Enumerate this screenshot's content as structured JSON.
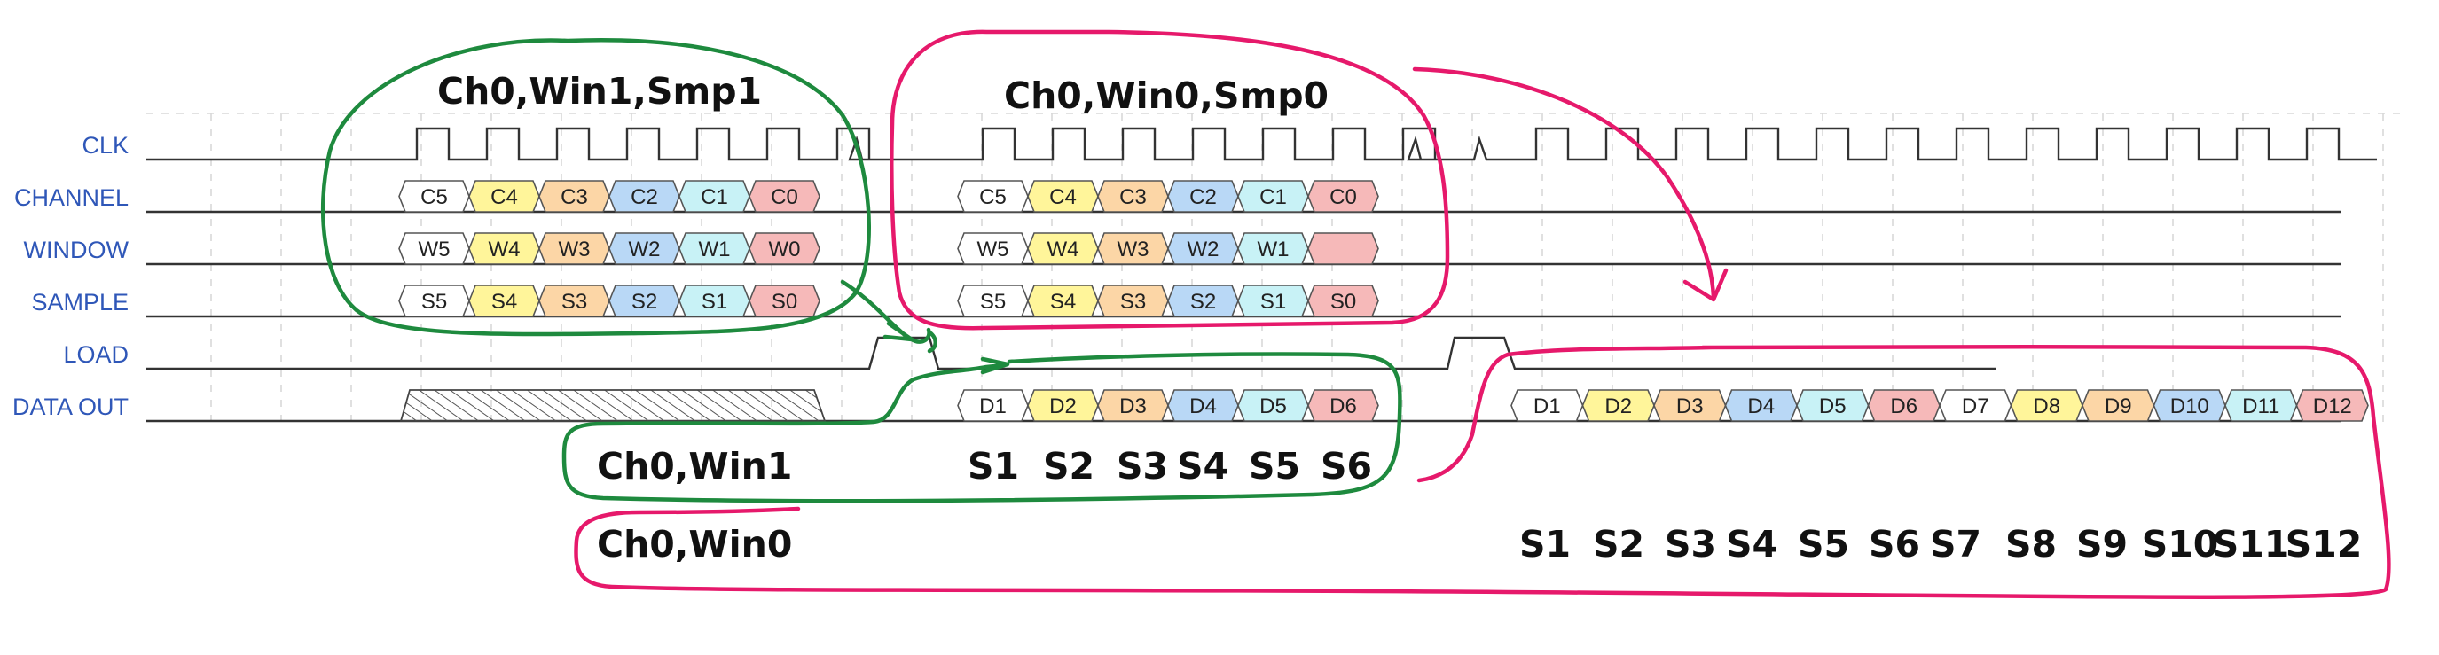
{
  "signals": [
    "CLK",
    "CHANNEL",
    "WINDOW",
    "SAMPLE",
    "LOAD",
    "DATA OUT"
  ],
  "groups": {
    "channel_a": [
      "C5",
      "C4",
      "C3",
      "C2",
      "C1",
      "C0"
    ],
    "window_a": [
      "W5",
      "W4",
      "W3",
      "W2",
      "W1",
      "W0"
    ],
    "sample_a": [
      "S5",
      "S4",
      "S3",
      "S2",
      "S1",
      "S0"
    ],
    "channel_b": [
      "C5",
      "C4",
      "C3",
      "C2",
      "C1",
      "C0"
    ],
    "window_b": [
      "W5",
      "W4",
      "W3",
      "W2",
      "W1",
      ""
    ],
    "sample_b": [
      "S5",
      "S4",
      "S3",
      "S2",
      "S1",
      "S0"
    ],
    "data_b": [
      "D1",
      "D2",
      "D3",
      "D4",
      "D5",
      "D6"
    ],
    "data_c": [
      "D1",
      "D2",
      "D3",
      "D4",
      "D5",
      "D6",
      "D7",
      "D8",
      "D9",
      "D10",
      "D11",
      "D12"
    ]
  },
  "box_colors": [
    "#ffffff",
    "#fff59a",
    "#fcd6a6",
    "#b9d8f6",
    "#c8f2f6",
    "#f6b9b9"
  ],
  "annotations": {
    "green_top": "Ch0,Win1,Smp1",
    "pink_top": "Ch0,Win0,Smp0",
    "green_bottom": "Ch0,Win1",
    "pink_bottom": "Ch0,Win0",
    "green_samples": [
      "S1",
      "S2",
      "S3",
      "S4",
      "S5",
      "S6"
    ],
    "pink_samples": [
      "S1",
      "S2",
      "S3",
      "S4",
      "S5",
      "S6",
      "S7",
      "S8",
      "S9",
      "S10",
      "S11",
      "S12"
    ]
  },
  "pen_colors": {
    "green": "#1e8a3e",
    "pink": "#e6196b"
  }
}
